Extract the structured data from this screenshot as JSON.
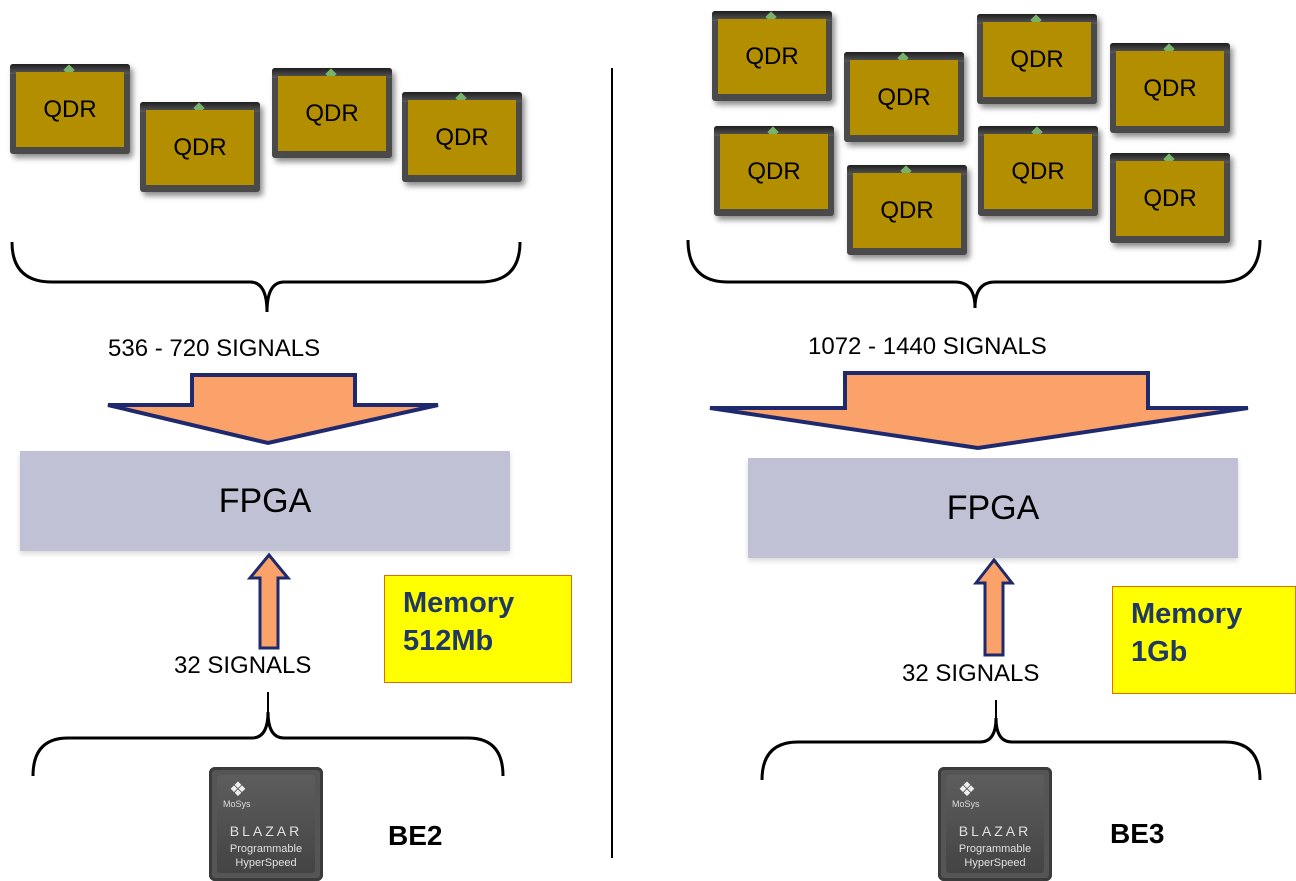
{
  "qdr_label": "QDR",
  "left": {
    "bus_signals": "536 - 720 SIGNALS",
    "fpga_label": "FPGA",
    "chip_signals": "32 SIGNALS",
    "memory_line1": "Memory",
    "memory_line2": "512Mb",
    "board_label": "BE2"
  },
  "right": {
    "bus_signals": "1072 - 1440 SIGNALS",
    "fpga_label": "FPGA",
    "chip_signals": "32 SIGNALS",
    "memory_line1": "Memory",
    "memory_line2": "1Gb",
    "board_label": "BE3"
  },
  "chip": {
    "brand": "MoSys",
    "name": "BLAZAR",
    "line1": "Programmable",
    "line2": "HyperSpeed"
  },
  "colors": {
    "qdr_face": "#b38f00",
    "arrow_fill": "#fba26b",
    "arrow_stroke": "#1f2a6e",
    "fpga_fill": "#c1c1d6",
    "memory_fill": "#ffff00"
  }
}
